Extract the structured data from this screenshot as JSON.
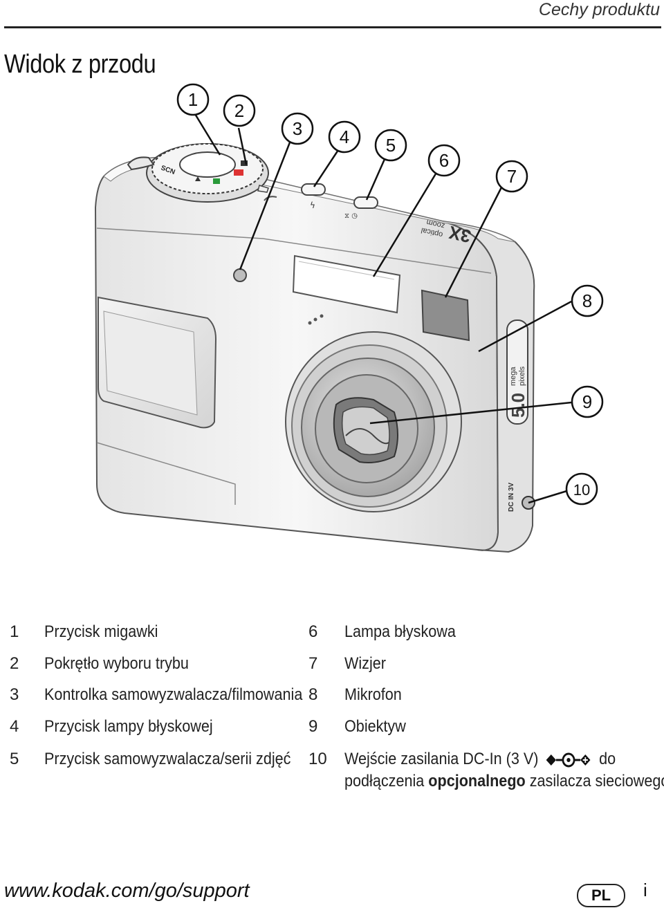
{
  "header": {
    "title": "Cechy produktu"
  },
  "section": {
    "title": "Widok z przodu"
  },
  "callouts": [
    "1",
    "2",
    "3",
    "4",
    "5",
    "6",
    "7",
    "8",
    "9",
    "10"
  ],
  "camera_markings": {
    "mode_dial": "SCN",
    "zoom_big": "3X",
    "zoom_line1": "optical",
    "zoom_line2": "zoom",
    "megapixels_big": "5.0",
    "megapixels_line1": "mega",
    "megapixels_line2": "pixels",
    "dc_in": "DC IN 3V"
  },
  "legend": {
    "left": [
      {
        "num": "1",
        "label": "Przycisk migawki"
      },
      {
        "num": "2",
        "label": "Pokrętło wyboru trybu"
      },
      {
        "num": "3",
        "label": "Kontrolka samowyzwalacza/filmowania"
      },
      {
        "num": "4",
        "label": "Przycisk lampy błyskowej"
      },
      {
        "num": "5",
        "label": "Przycisk samowyzwalacza/serii zdjęć"
      }
    ],
    "right": [
      {
        "num": "6",
        "label": "Lampa błyskowa"
      },
      {
        "num": "7",
        "label": "Wizjer"
      },
      {
        "num": "8",
        "label": "Mikrofon"
      },
      {
        "num": "9",
        "label": "Obiektyw"
      }
    ],
    "item10": {
      "num": "10",
      "part1": "Wejście zasilania DC-In (3 V)",
      "part2": "do",
      "part3": "podłączenia",
      "part4_bold": "opcjonalnego",
      "part5": "zasilacza sieciowego"
    }
  },
  "footer": {
    "url": "www.kodak.com/go/support",
    "lang": "PL",
    "page": "i"
  },
  "colors": {
    "body_light": "#f2f2f2",
    "body_shade": "#cfcfcf",
    "outline": "#555555",
    "lens_dark": "#7a7a7a"
  }
}
